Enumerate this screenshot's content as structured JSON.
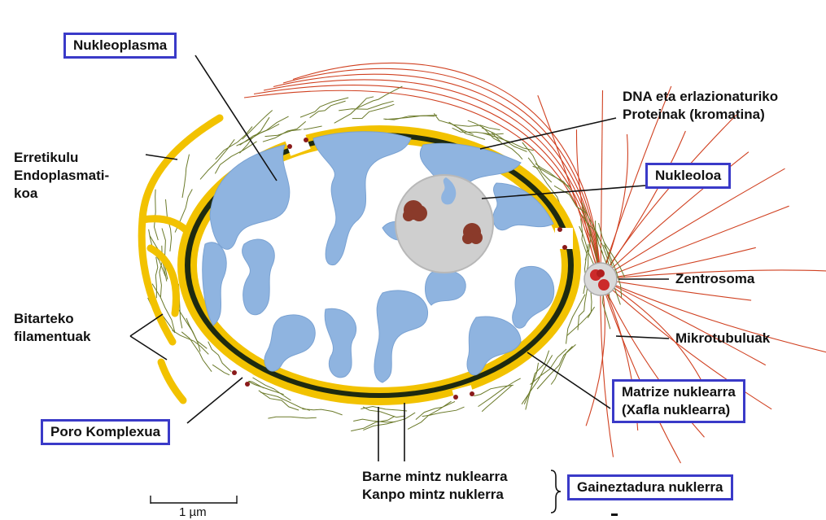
{
  "labels": {
    "nucleoplasm": "Nukleoplasma",
    "dna_line1": "DNA eta erlazionaturiko",
    "dna_line2": "Proteinak (kromatina)",
    "nucleolus": "Nukleoloa",
    "er_line1": "Erretikulu",
    "er_line2": "Endoplasmati-",
    "er_line3": "koa",
    "centrosome": "Zentrosoma",
    "filaments_line1": "Bitarteko",
    "filaments_line2": "filamentuak",
    "microtubules": "Mikrotubuluak",
    "matrix_line1": "Matrize nuklearra",
    "matrix_line2": "(Xafla nuklearra)",
    "pore": "Poro Komplexua",
    "inner_membrane": "Barne mintz nuklearra",
    "outer_membrane": "Kanpo mintz nuklerra",
    "envelope": "Gaineztadura nuklerra",
    "scale": "1 µm"
  },
  "colors": {
    "label_box_border": "#3a3ac8",
    "chromatin": "#8fb4e0",
    "nucleolus": "#cfcfcf",
    "envelope_yellow": "#f2c200",
    "lamina": "#1e2a10",
    "microtubules": "#d04020",
    "filaments": "#6b7a2a"
  }
}
